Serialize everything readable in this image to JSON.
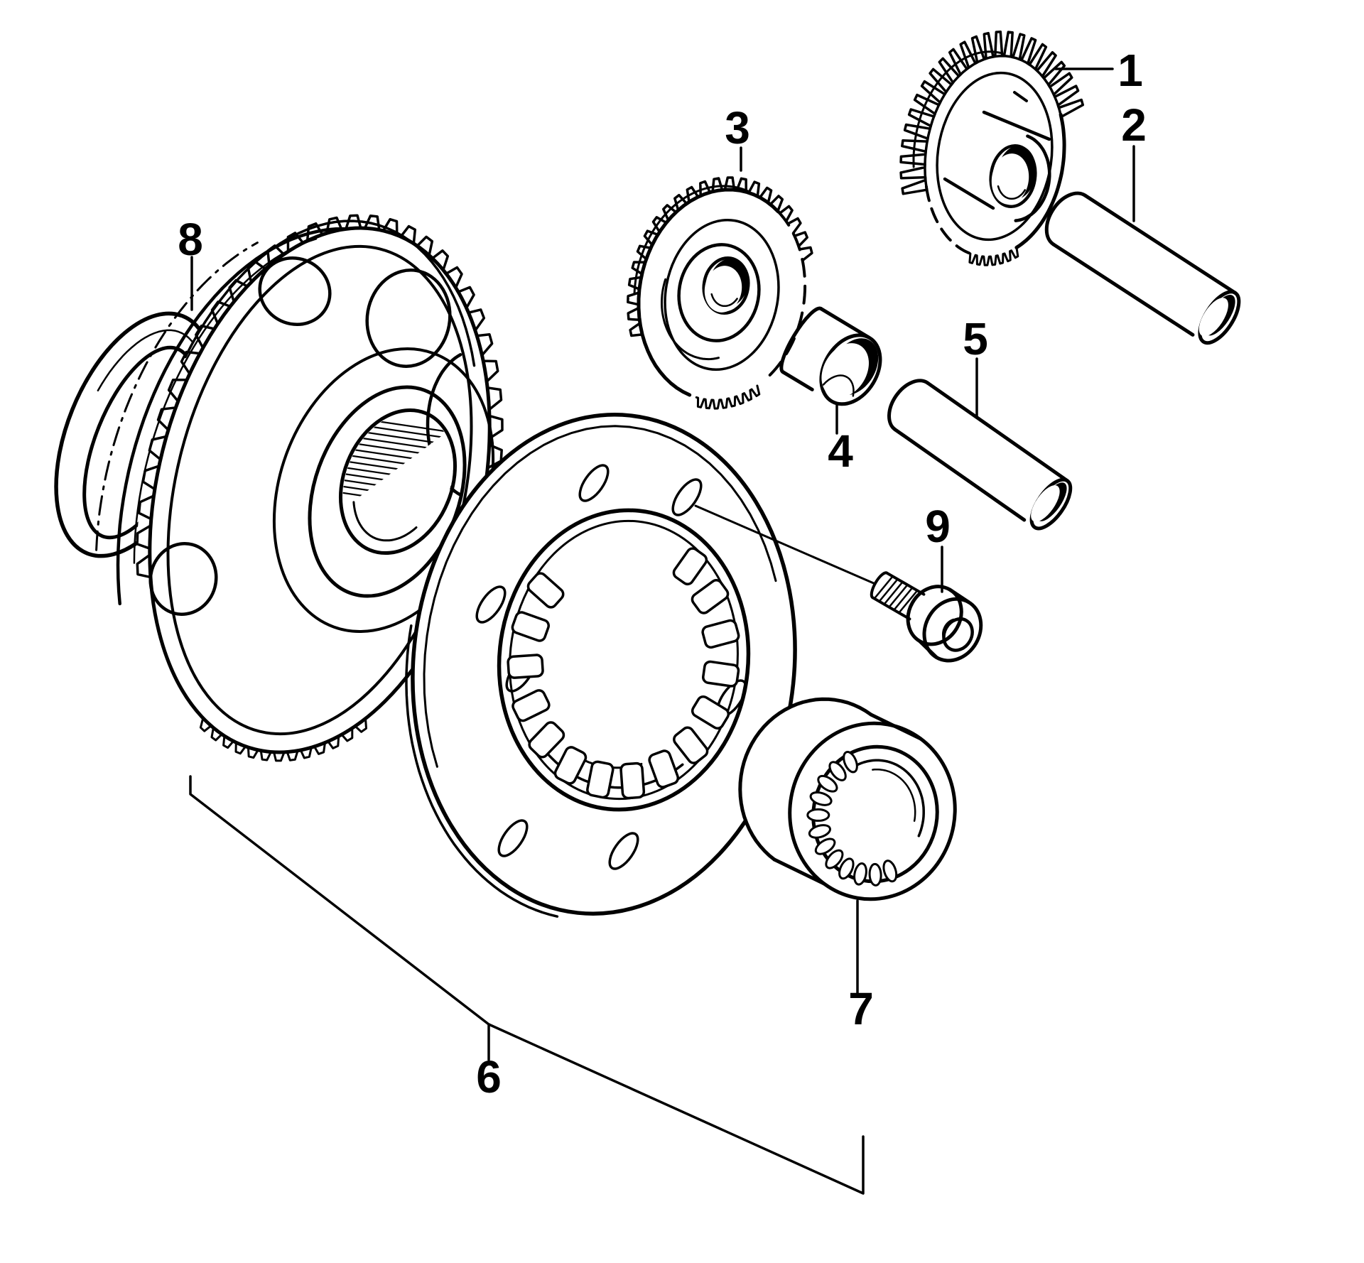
{
  "figure": {
    "type": "exploded-parts-diagram",
    "background_color": "#ffffff",
    "line_color": "#000000"
  },
  "callouts": [
    {
      "label": "1"
    },
    {
      "label": "2"
    },
    {
      "label": "3"
    },
    {
      "label": "4"
    },
    {
      "label": "5"
    },
    {
      "label": "6"
    },
    {
      "label": "7"
    },
    {
      "label": "8"
    },
    {
      "label": "9"
    }
  ]
}
